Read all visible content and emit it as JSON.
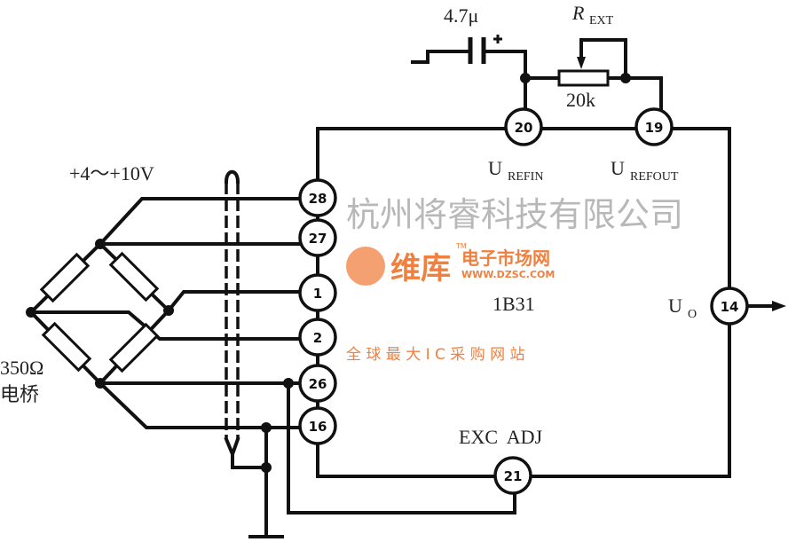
{
  "capacitor_label": "4.7μ",
  "resistor_name": "R",
  "resistor_name_sub": "EXT",
  "resistor_value": "20k",
  "supply_label": "+4～+10V",
  "bridge_label_1": "350Ω",
  "bridge_label_2": "电桥",
  "chip_label": "1B31",
  "urefin_main": "U",
  "urefin_sub": "REFIN",
  "urefout_main": "U",
  "urefout_sub": "REFOUT",
  "uo_main": "U",
  "uo_sub": "O",
  "exc_adj_label": "EXC  ADJ",
  "pins": {
    "p28": "28",
    "p27": "27",
    "p1": "1",
    "p2": "2",
    "p26": "26",
    "p16": "16",
    "p20": "20",
    "p19": "19",
    "p14": "14",
    "p21": "21"
  },
  "watermark": {
    "company": "杭州将睿科技有限公司",
    "brand": "维库",
    "brand2": "电子市场网",
    "url": "WWW.DZSC.COM",
    "slogan": "全 球 最 大 I C 采 购 网 站",
    "tm": "TM"
  }
}
